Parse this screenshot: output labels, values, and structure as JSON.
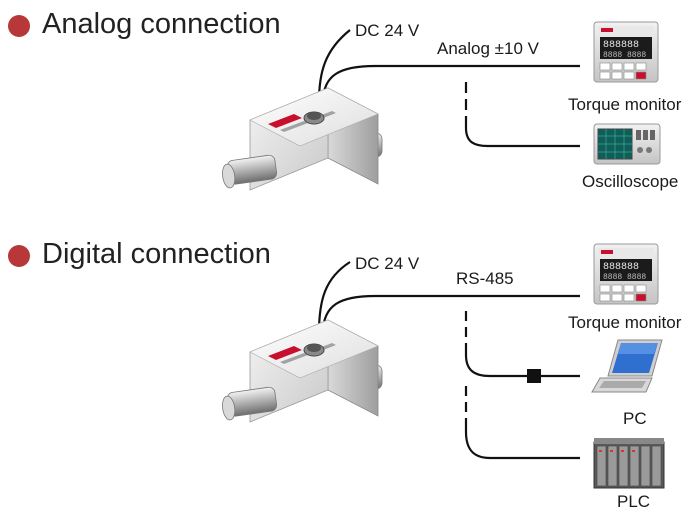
{
  "sections": [
    {
      "heading": "Analog connection",
      "power_label": "DC 24 V",
      "signal_label": "Analog ±10 V",
      "devices": [
        {
          "label": "Torque monitor",
          "icon": "torque-monitor-icon"
        },
        {
          "label": "Oscilloscope",
          "icon": "oscilloscope-icon"
        }
      ]
    },
    {
      "heading": "Digital connection",
      "power_label": "DC 24 V",
      "signal_label": "RS-485",
      "devices": [
        {
          "label": "Torque monitor",
          "icon": "torque-monitor-icon"
        },
        {
          "label": "PC",
          "icon": "laptop-icon"
        },
        {
          "label": "PLC",
          "icon": "plc-icon"
        }
      ]
    }
  ],
  "colors": {
    "bullet": "#b8383a",
    "cable": "#111111",
    "sensor_body": "#e4e4e4",
    "sensor_label": "#c8102e"
  }
}
